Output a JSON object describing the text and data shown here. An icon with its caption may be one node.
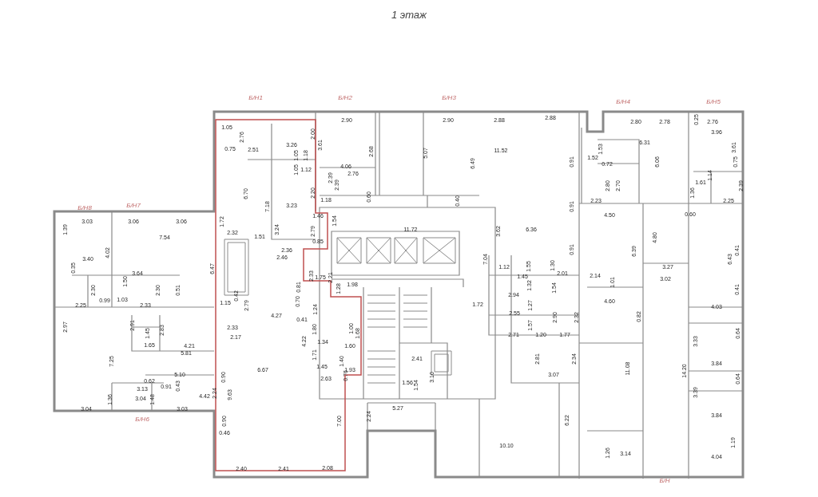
{
  "diagram": {
    "title": "1 этаж",
    "labels": [
      "Б/Н1",
      "Б/Н2",
      "Б/Н3",
      "Б/Н4",
      "Б/Н5",
      "Б/Н8",
      "Б/Н7",
      "1.05",
      "2.76",
      "0.75",
      "2.51",
      "3.26",
      "6.70",
      "7.18",
      "3.23",
      "3.03",
      "3.06",
      "3.06",
      "1.72",
      "1.39",
      "7.54",
      "2.32",
      "1.51",
      "3.24",
      "2.36",
      "2.46",
      "0.35",
      "3.40",
      "4.02",
      "3.64",
      "6.47",
      "1.50",
      "2.30",
      "2.30",
      "0.51",
      "2.25",
      "0.99",
      "1.03",
      "2.33",
      "1.15",
      "0.42",
      "2.79",
      "4.27",
      "2.97",
      "2.91",
      "1.45",
      "2.83",
      "2.33",
      "2.17",
      "1.65",
      "4.21",
      "5.81",
      "7.25",
      "6.67",
      "5.10",
      "0.90",
      "0.62",
      "0.91",
      "0.43",
      "3.13",
      "1.36",
      "3.04",
      "1.48",
      "4.42",
      "2.24",
      "9.63",
      "3.04",
      "3.03",
      "0.90",
      "0.46",
      "2.40",
      "2.41",
      "2.90",
      "2.90",
      "2.88",
      "2.00",
      "3.61",
      "1.05",
      "1.18",
      "2.68",
      "1.05",
      "1.12",
      "4.06",
      "2.76",
      "2.39",
      "2.39",
      "2.20",
      "1.18",
      "0.60",
      "5.07",
      "6.49",
      "11.52",
      "0.40",
      "1.46",
      "1.54",
      "2.79",
      "11.72",
      "3.62",
      "6.36",
      "0.85",
      "7.04",
      "2.33",
      "1.75",
      "2.21",
      "1.12",
      "1.45",
      "1.55",
      "0.81",
      "1.28",
      "1.98",
      "1.32",
      "0.70",
      "1.24",
      "0.41",
      "1.80",
      "4.22",
      "1.34",
      "1.00",
      "1.68",
      "1.60",
      "1.71",
      "1.45",
      "1.40",
      "1.93",
      "0.76",
      "2.63",
      "1.72",
      "2.94",
      "1.27",
      "2.55",
      "1.57",
      "2.71",
      "2.41",
      "3.10",
      "1.56",
      "1.54",
      "5.27",
      "2.24",
      "7.00",
      "2.08",
      "10.10",
      "2.88",
      "2.80",
      "2.78",
      "0.25",
      "2.76",
      "3.96",
      "6.31",
      "1.53",
      "1.52",
      "0.72",
      "0.91",
      "6.06",
      "3.61",
      "0.75",
      "1.14",
      "1.61",
      "2.80",
      "2.70",
      "1.36",
      "2.39",
      "2.23",
      "2.25",
      "0.91",
      "4.50",
      "0.60",
      "0.91",
      "6.39",
      "4.80",
      "6.43",
      "0.41",
      "1.30",
      "2.01",
      "3.27",
      "3.02",
      "2.14",
      "1.01",
      "1.54",
      "0.41",
      "4.60",
      "0.82",
      "4.03",
      "2.90",
      "2.32",
      "1.20",
      "1.77",
      "0.64",
      "3.33",
      "2.81",
      "2.34",
      "3.84",
      "3.07",
      "11.08",
      "14.20",
      "0.64",
      "3.39",
      "3.84",
      "6.22",
      "1.26",
      "3.14",
      "1.19",
      "4.04",
      "Б/Н6",
      "Б/Н"
    ]
  }
}
